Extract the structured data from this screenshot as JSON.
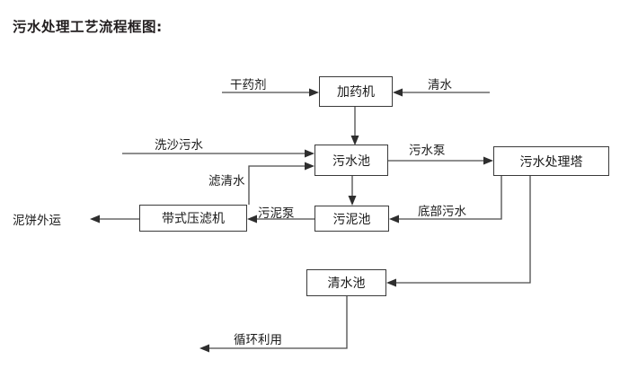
{
  "title": "污水处理工艺流程框图:",
  "nodes": {
    "dosing_machine": "加药机",
    "sewage_pool": "污水池",
    "treatment_tower": "污水处理塔",
    "belt_filter_press": "带式压滤机",
    "sludge_pool": "污泥池",
    "clean_water_pool": "清水池"
  },
  "edge_labels": {
    "dry_agent": "干药剂",
    "clean_water_in": "清水",
    "sand_wash_sewage": "洗沙污水",
    "filtered_clear_water": "滤清水",
    "sewage_pump": "污水泵",
    "bottom_sewage": "底部污水",
    "sludge_pump": "污泥泵",
    "mud_cake_out": "泥饼外运",
    "recycle_use": "循环利用"
  },
  "colors": {
    "box_border": "#3a3a3a",
    "wire": "#4a4a4a",
    "arrow_head": "#2e2e2e",
    "text": "#1a1a1a",
    "title": "#231f20",
    "background": "#ffffff"
  }
}
